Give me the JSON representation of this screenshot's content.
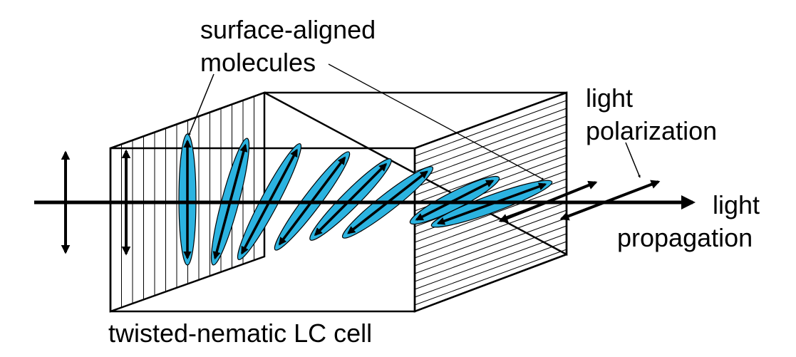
{
  "labels": {
    "surface_aligned_line1": "surface-aligned",
    "surface_aligned_line2": "molecules",
    "light_polarization_line1": "light",
    "light_polarization_line2": "polarization",
    "light_propagation_line1": "light",
    "light_propagation_line2": "propagation",
    "cell_caption": "twisted-nematic LC cell"
  },
  "colors": {
    "molecule_fill": "#2BB3E0",
    "line": "#000000",
    "background": "#ffffff"
  },
  "molecules": {
    "count": 8,
    "twist_range_deg": [
      0,
      90
    ]
  }
}
